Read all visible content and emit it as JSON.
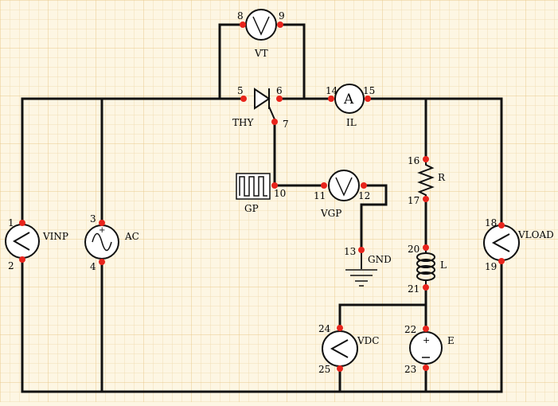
{
  "components": {
    "vt": {
      "label": "VT"
    },
    "thy": {
      "label": "THY"
    },
    "il": {
      "label": "IL",
      "symbol": "A"
    },
    "gp": {
      "label": "GP"
    },
    "vgp": {
      "label": "VGP"
    },
    "gnd": {
      "label": "GND"
    },
    "r": {
      "label": "R"
    },
    "l": {
      "label": "L"
    },
    "vinp": {
      "label": "VINP"
    },
    "ac": {
      "label": "AC"
    },
    "vload": {
      "label": "VLOAD"
    },
    "vdc": {
      "label": "VDC"
    },
    "e": {
      "label": "E"
    }
  },
  "pins": [
    "1",
    "2",
    "3",
    "4",
    "5",
    "6",
    "7",
    "8",
    "9",
    "10",
    "11",
    "12",
    "13",
    "14",
    "15",
    "16",
    "17",
    "18",
    "19",
    "20",
    "21",
    "22",
    "23",
    "24",
    "25"
  ],
  "colors": {
    "grid_minor": "#f1ddb5",
    "grid_major": "#e9c98c",
    "node": "#e8241c",
    "wire": "#111111",
    "background": "#fdf6e3"
  }
}
